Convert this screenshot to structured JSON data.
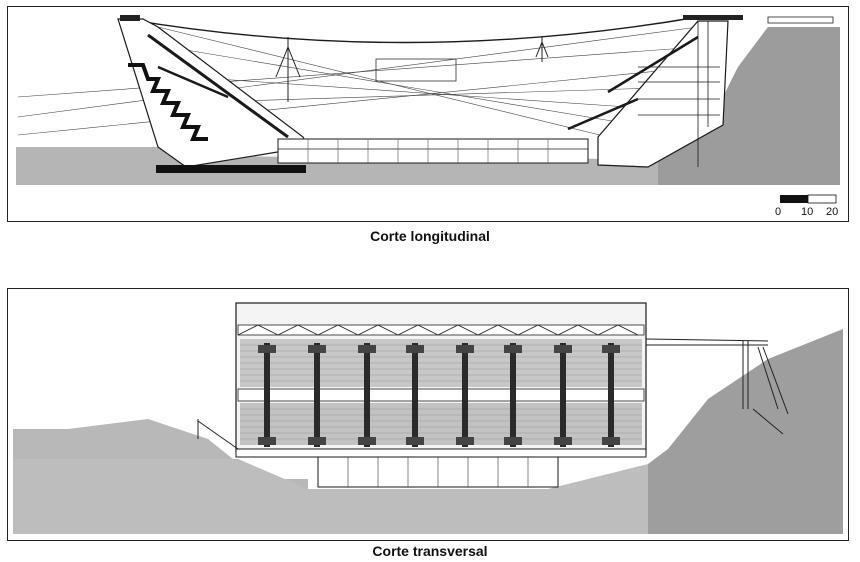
{
  "sections": {
    "longitudinal": {
      "caption": "Corte longitudinal"
    },
    "transversal": {
      "caption": "Corte transversal"
    }
  },
  "scale_bar": {
    "labels": [
      "0",
      "10",
      "20"
    ]
  },
  "colors": {
    "ground": "#b5b5b5",
    "ground_dark": "#8a8a8a",
    "line": "#1a1a1a",
    "hatch": "#9a9a9a"
  }
}
